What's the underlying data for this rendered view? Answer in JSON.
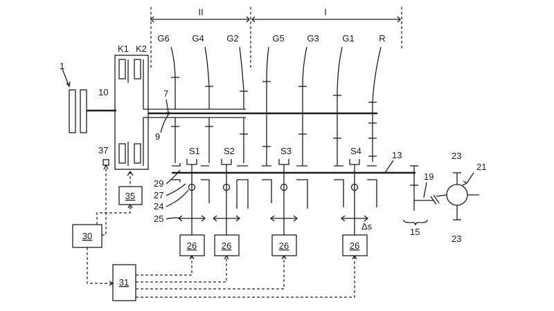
{
  "labels": {
    "range_ii": "II",
    "range_i": "I",
    "gears": [
      "G6",
      "G4",
      "G2",
      "G5",
      "G3",
      "G1",
      "R"
    ],
    "clutches": [
      "K1",
      "K2"
    ],
    "shifters": [
      "S1",
      "S2",
      "S3",
      "S4"
    ],
    "n1": "1",
    "n7": "7",
    "n9": "9",
    "n10": "10",
    "n13": "13",
    "n15": "15",
    "n19": "19",
    "n21": "21",
    "n23a": "23",
    "n23b": "23",
    "n24": "24",
    "n25": "25",
    "n27": "27",
    "n29": "29",
    "n30": "30",
    "n31": "31",
    "n35": "35",
    "n37": "37",
    "actuators": [
      "26",
      "26",
      "26",
      "26"
    ],
    "delta_s": "Δs"
  }
}
